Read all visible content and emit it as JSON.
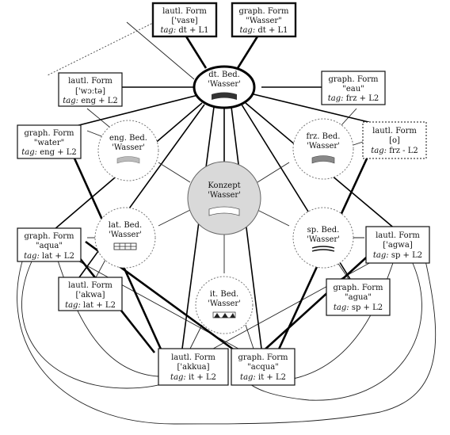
{
  "nodes": {
    "lautl_de": {
      "l1": "lautl. Form",
      "l2": "['vasɐ]",
      "tag": "tag:",
      "tagv": " dt + L1"
    },
    "graph_de": {
      "l1": "graph. Form",
      "l2": "\"Wasser\"",
      "tag": "tag:",
      "tagv": " dt + L1"
    },
    "lautl_en": {
      "l1": "lautl. Form",
      "l2": "['wɔːtə]",
      "tag": "tag:",
      "tagv": " eng + L2"
    },
    "graph_fr": {
      "l1": "graph. Form",
      "l2": "\"eau\"",
      "tag": "tag:",
      "tagv": " frz + L2"
    },
    "graph_en": {
      "l1": "graph. Form",
      "l2": "\"water\"",
      "tag": "tag:",
      "tagv": " eng + L2"
    },
    "lautl_fr": {
      "l1": "lautl. Form",
      "l2": "[o]",
      "tag": "tag:",
      "tagv": " frz - L2"
    },
    "graph_la": {
      "l1": "graph. Form",
      "l2": "\"aqua\"",
      "tag": "tag:",
      "tagv": " lat + L2"
    },
    "lautl_es": {
      "l1": "lautl. Form",
      "l2": "['agwa]",
      "tag": "tag:",
      "tagv": " sp + L2"
    },
    "lautl_la": {
      "l1": "lautl. Form",
      "l2": "['akwa]",
      "tag": "tag:",
      "tagv": " lat + L2"
    },
    "graph_es": {
      "l1": "graph. Form",
      "l2": "\"agua\"",
      "tag": "tag:",
      "tagv": " sp + L2"
    },
    "lautl_it": {
      "l1": "lautl. Form",
      "l2": "['akkua]",
      "tag": "tag:",
      "tagv": " it + L2"
    },
    "graph_it": {
      "l1": "graph. Form",
      "l2": "\"acqua\"",
      "tag": "tag:",
      "tagv": " it + L2"
    }
  },
  "circles": {
    "de": {
      "l1": "dt. Bed.",
      "l2": "'Wasser'"
    },
    "en": {
      "l1": "eng. Bed.",
      "l2": "'Wasser'"
    },
    "fr": {
      "l1": "frz. Bed.",
      "l2": "'Wasser'"
    },
    "concept": {
      "l1": "Konzept",
      "l2": "'Wasser'"
    },
    "la": {
      "l1": "lat. Bed.",
      "l2": "'Wasser'"
    },
    "es": {
      "l1": "sp. Bed.",
      "l2": "'Wasser'"
    },
    "it": {
      "l1": "it. Bed.",
      "l2": "'Wasser'"
    }
  }
}
